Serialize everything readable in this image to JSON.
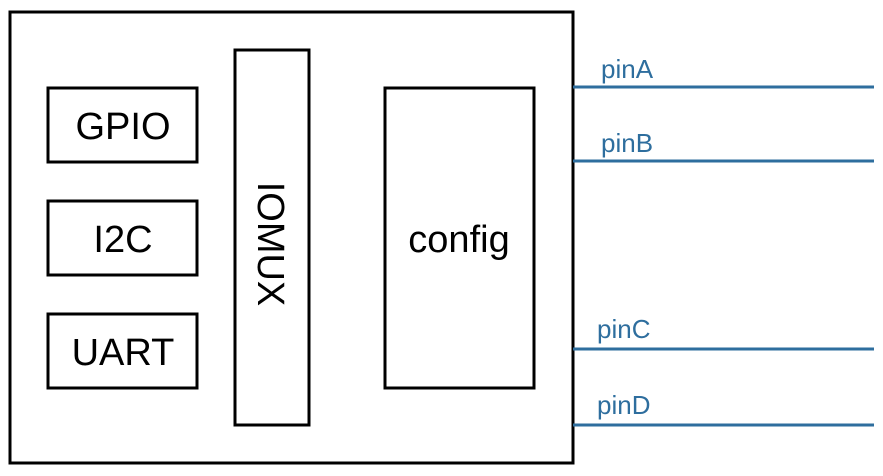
{
  "diagram": {
    "blocks": {
      "gpio": "GPIO",
      "i2c": "I2C",
      "uart": "UART",
      "iomux": "IOMUX",
      "config": "config"
    },
    "pins": [
      {
        "label": "pinA"
      },
      {
        "label": "pinB"
      },
      {
        "label": "pinC"
      },
      {
        "label": "pinD"
      }
    ],
    "colors": {
      "pin": "#2e6e9e",
      "stroke": "#000000",
      "background": "#ffffff"
    }
  }
}
